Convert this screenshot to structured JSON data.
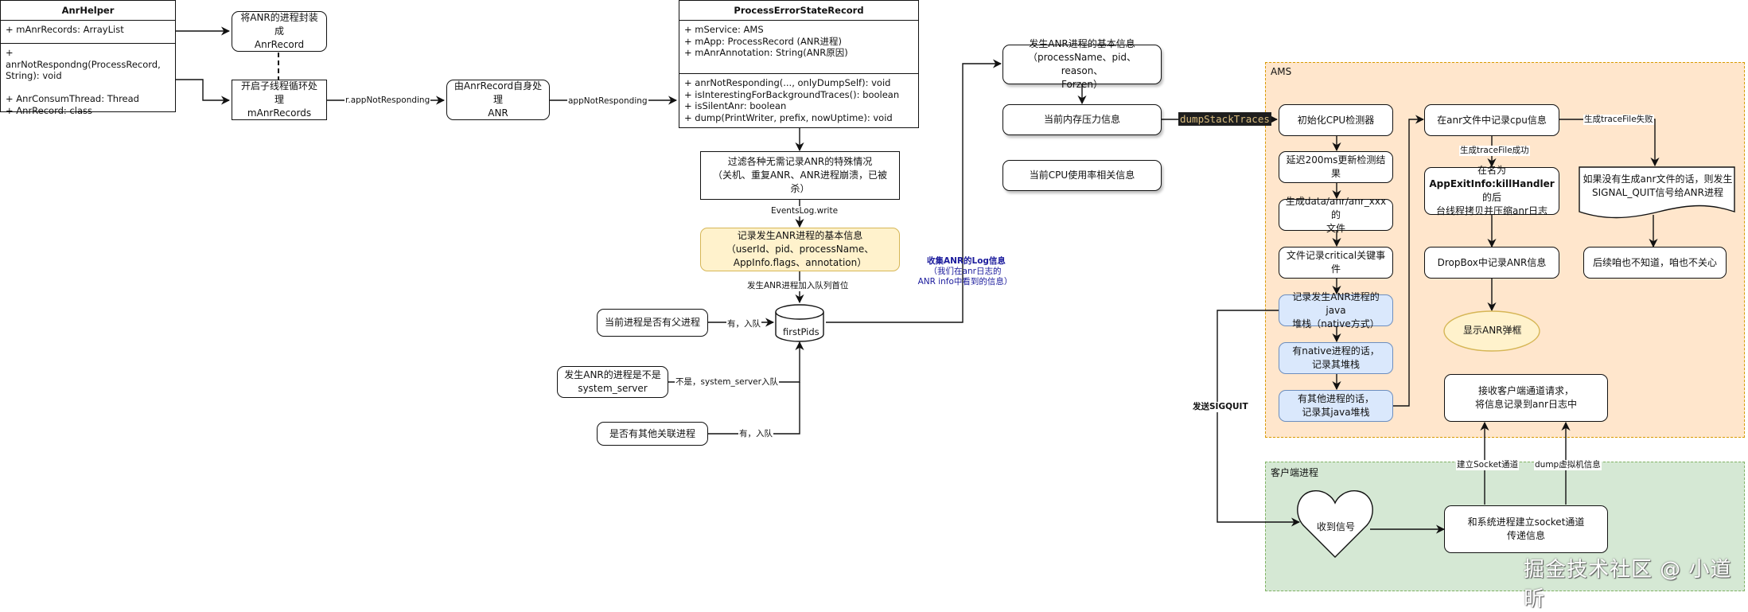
{
  "colors": {
    "ams_group_bg": "#ffe6cc",
    "ams_group_border": "#d79b00",
    "client_group_bg": "#d5e8d4",
    "client_group_border": "#82b366",
    "note_blue_text": "#1a1a9c",
    "code_label_bg": "#1e1e1e",
    "code_label_text": "#d7ba7d"
  },
  "anr_helper": {
    "title": "AnrHelper",
    "fields": "+ mAnrRecords: ArrayList",
    "methods": "+ anrNotRespondng(ProcessRecord,\nString): void\n\n+ AnrConsumThread: Thread\n+ AnrRecord: class"
  },
  "process_error_state_record": {
    "title": "ProcessErrorStateRecord",
    "fields": "+ mService: AMS\n+ mApp: ProcessRecord (ANR进程)\n+ mAnrAnnotation: String(ANR原因)",
    "methods": "+ anrNotResponding(..., onlyDumpSelf): void\n+ isInterestingForBackgroundTraces(): boolean\n+ isSilentAnr: boolean\n+ dump(PrintWriter, prefix, nowUptime): void"
  },
  "nodes": {
    "wrap_anr_record": "将ANR的进程封装成\nAnrRecord",
    "start_thread": "开启子线程循环处理\nmAnrRecords",
    "self_handle": "由AnrRecord自身处理\nANR",
    "filter": "过滤各种无需记录ANR的特殊情况\n（关机、重复ANR、ANR进程崩溃，已被杀）",
    "record_basic": "记录发生ANR进程的基本信息\n（userId、pid、processName、\nAppInfo.flags、annotation）",
    "first_pids": "firstPids",
    "has_parent": "当前进程是否有父进程",
    "is_system_server": "发生ANR的进程是不是\nsystem_server",
    "other_related": "是否有其他关联进程",
    "basic_info": "发生ANR进程的基本信息\n（processName、pid、reason、\nForzen）",
    "memory_pressure": "当前内存压力信息",
    "cpu_usage": "当前CPU使用率相关信息",
    "init_cpu": "初始化CPU检测器",
    "delay_200ms": "延迟200ms更新检测结果",
    "gen_file": "生成data/anr/anr_xxx的\n文件",
    "critical_events": "文件记录critical关键事件",
    "java_stack": "记录发生ANR进程的java\n堆栈（native方式）",
    "native_stack": "有native进程的话，\n记录其堆栈",
    "other_java_stack": "有其他进程的话，\n记录其java堆栈",
    "record_cpu": "在anr文件中记录cpu信息",
    "kill_handler_prefix": "在名为",
    "kill_handler_bold": "AppExitInfo:killHandler",
    "kill_handler_suffix": "的后\n台线程拷贝并压缩anr日志",
    "dropbox": "DropBox中记录ANR信息",
    "show_dialog": "显示ANR弹框",
    "no_file_signal": "如果没有生成anr文件的话，则发生\nSIGNAL_QUIT信号给ANR进程",
    "dont_care": "后续咱也不知道，咱也不关心",
    "receive_client": "接收客户端通道请求，\n将信息记录到anr日志中",
    "receive_signal": "收到信号",
    "build_socket": "和系统进程建立socket通道\n传递信息"
  },
  "edge_labels": {
    "r_app_not_responding": "r.appNotResponding",
    "app_not_responding": "appNotResponding",
    "events_log_write": "EventsLog.write",
    "add_first": "发生ANR进程加入队列首位",
    "has_enqueue_1": "有，入队",
    "not_system_server": "不是，system_server入队",
    "has_enqueue_2": "有，入队",
    "collect_log_title": "收集ANR的Log信息",
    "collect_log_sub": "（我们在anr日志的\nANR info中看到的信息）",
    "dump_stack_traces": "dumpStackTraces",
    "trace_success": "生成traceFile成功",
    "trace_fail": "生成traceFile失败",
    "send_sigquit": "发送SIGQUIT",
    "build_socket_channel": "建立Socket通道",
    "dump_vm_info": "dump虚拟机信息"
  },
  "groups": {
    "ams": "AMS",
    "client": "客户端进程"
  },
  "watermark": "掘金技术社区 @ 小道昕"
}
